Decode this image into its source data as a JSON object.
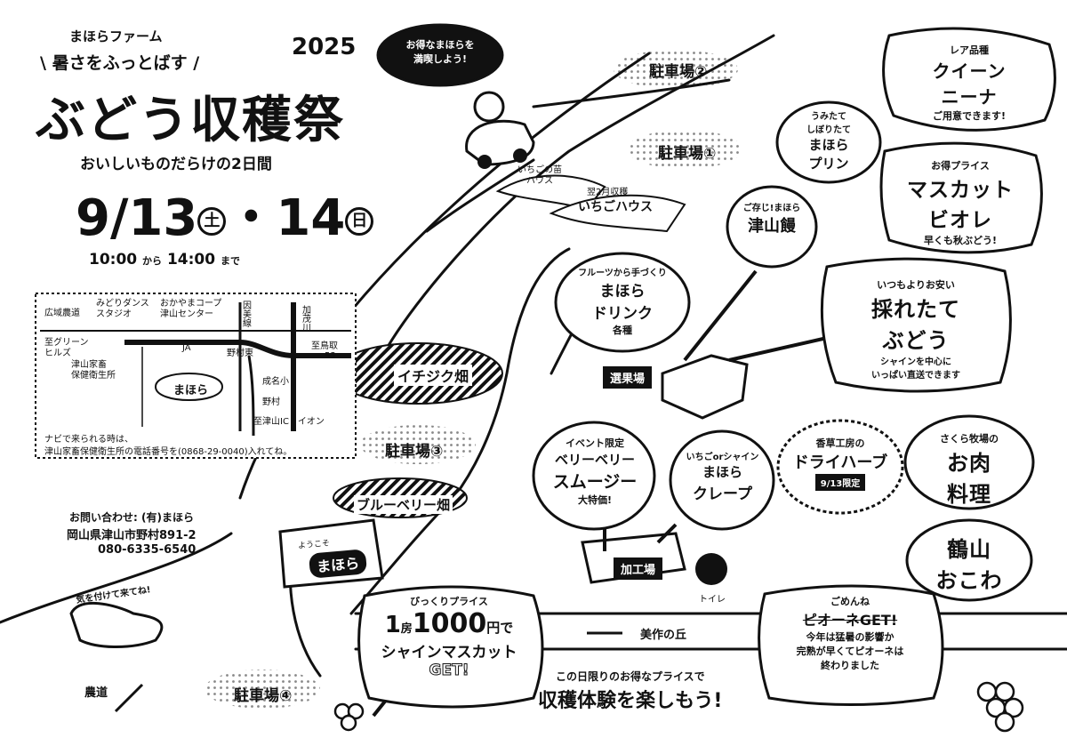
{
  "header": {
    "farm": "まほらファーム",
    "tagline": "暑さをふっとばす",
    "year": "2025",
    "title": "ぶどう収穫祭",
    "sub": "おいしいものだらけの2日間",
    "date_a": "9/13",
    "day_a": "土",
    "date_sep": "・",
    "date_b": "14",
    "day_b": "日",
    "time_start": "10:00",
    "time_from": "から",
    "time_end": "14:00",
    "time_until": "まで"
  },
  "inset_map": {
    "labels": {
      "road_a": "広域農道",
      "midori": "みどりダンス\nスタジオ",
      "coop": "おかやまコープ\n津山センター",
      "inmi": "因美線",
      "kamo": "加茂川",
      "green": "至グリーン\nヒルズ",
      "ja": "JA",
      "nomura_e": "野村東",
      "tottori": "至鳥取",
      "route": "53",
      "hoken": "津山家畜\n保健衛生所",
      "mahora": "まほら",
      "naruna": "成名小",
      "nomura": "野村",
      "ic": "至津山IC・イオン"
    },
    "note_1": "ナビで来られる時は、",
    "note_2": "津山家畜保健衛生所の電話番号を(0868-29-0040)入れてね。"
  },
  "contact": {
    "label": "お問い合わせ: (有)まほら",
    "address": "岡山県津山市野村891-2",
    "phone": "080-6335-6540"
  },
  "bubbles": {
    "intro": {
      "l1": "お得なまほらを",
      "l2": "満喫しよう!"
    },
    "queen": {
      "head": "レア品種",
      "l1": "クイーン",
      "l2": "ニーナ",
      "foot": "ご用意できます!"
    },
    "pudding": {
      "l1": "うみたて",
      "l2": "しぼりたて",
      "l3": "まほら",
      "l4": "プリン"
    },
    "muscat": {
      "head": "お得プライス",
      "l1": "マスカット",
      "l2": "ビオレ",
      "foot": "早くも秋ぶどう!"
    },
    "manju": {
      "l1": "ご存じ!まほら",
      "l2": "津山饅"
    },
    "drink": {
      "l1": "フルーツから手づくり",
      "l2": "まほら",
      "l3": "ドリンク",
      "l4": "各種"
    },
    "grape": {
      "head": "いつもよりお安い",
      "l1": "採れたて",
      "l2": "ぶどう",
      "l3": "シャインを中心に",
      "l4": "いっぱい直送できます"
    },
    "smoothie": {
      "l1": "イベント限定",
      "l2": "ベリーベリー",
      "l3": "スムージー",
      "l4": "大特価!"
    },
    "crepe": {
      "l1": "いちごorシャイン",
      "l2": "まほら",
      "l3": "クレープ"
    },
    "herb": {
      "l1": "香草工房の",
      "l2": "ドライハーブ",
      "tag": "9/13限定"
    },
    "meat": {
      "l1": "さくら牧場の",
      "l2": "お肉",
      "l3": "料理"
    },
    "okowa": {
      "l1": "鶴山",
      "l2": "おこわ"
    },
    "price": {
      "head": "びっくりプライス",
      "l1a": "1",
      "l1b": "房",
      "l1c": "1000",
      "l1d": "円で",
      "l2": "シャインマスカット",
      "l3": "GET!"
    },
    "sorry": {
      "head": "ごめんね",
      "strike": "ピオーネGET!",
      "l1": "今年は猛暑の影響か",
      "l2": "完熟が早くてピオーネは",
      "l3": "終わりました"
    }
  },
  "places": {
    "parking_1": "駐車場①",
    "parking_2": "駐車場②",
    "parking_3": "駐車場③",
    "parking_4": "駐車場④",
    "strawberry_seedling": "いちごの苗\nハウス",
    "strawberry_house_sub": "翌2月収穫",
    "strawberry_house": "いちごハウス",
    "fig": "イチジク畑",
    "blueberry": "ブルーベリー畑",
    "sorting": "選果場",
    "processing": "加工場",
    "toilet": "トイレ",
    "welcome": "ようこそ",
    "welcome_logo": "まほら",
    "mimasaka": "美作の丘",
    "farm_road": "農道",
    "deer": "気を付けて来てね!",
    "footer_sub": "この日限りのお得なプライスで",
    "footer_main": "収穫体験を楽しもう!"
  }
}
